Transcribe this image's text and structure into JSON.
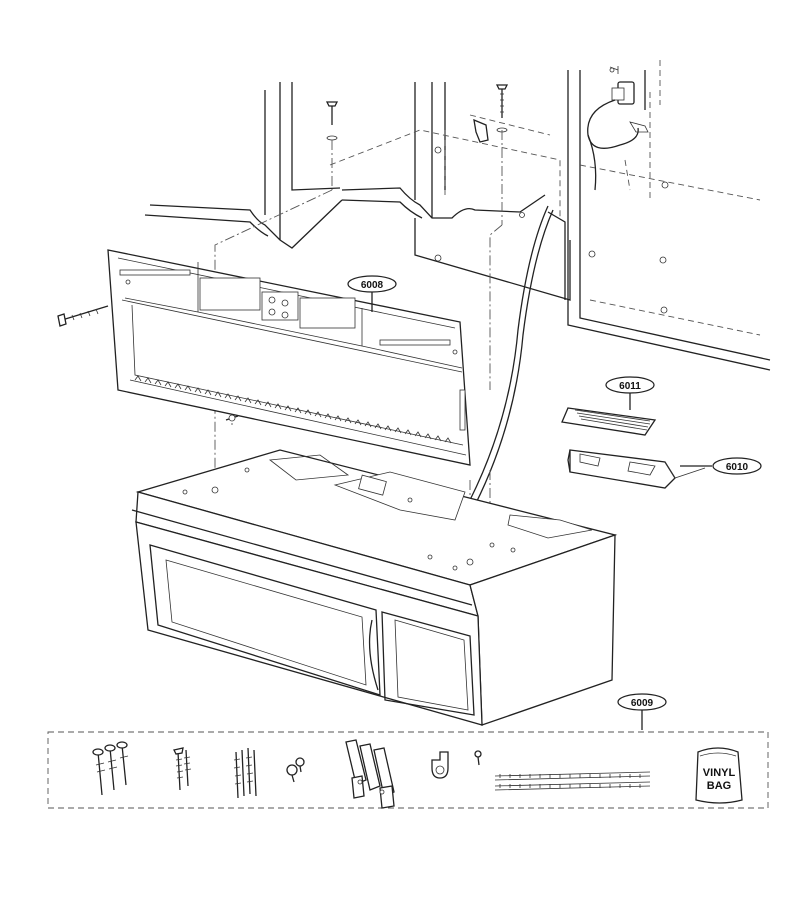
{
  "labels": {
    "p6008": "6008",
    "p6011": "6011",
    "p6010": "6010",
    "p6009": "6009"
  },
  "bag": {
    "line1": "VINYL",
    "line2": "BAG"
  },
  "colors": {
    "line": "#222222",
    "background": "#ffffff"
  }
}
